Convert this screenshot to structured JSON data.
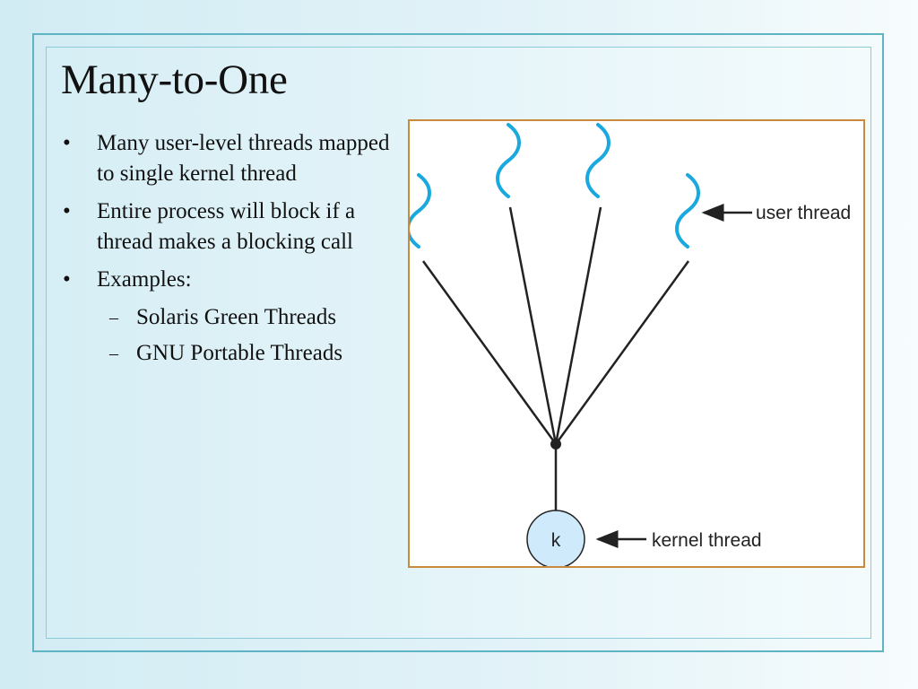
{
  "slide": {
    "title": "Many-to-One",
    "bullets": [
      "Many user-level threads mapped to single kernel thread",
      "Entire process will block if a thread makes a blocking call",
      "Examples:"
    ],
    "sub_bullets": [
      "Solaris Green Threads",
      "GNU Portable Threads"
    ]
  },
  "diagram": {
    "user_thread_label": "user thread",
    "kernel_thread_label": "kernel thread",
    "kernel_node_letter": "k",
    "user_thread_count": 4,
    "colors": {
      "thread_wave": "#1aa9de",
      "kernel_fill": "#cfeafb",
      "lines": "#222222",
      "border": "#c98a3c"
    }
  }
}
